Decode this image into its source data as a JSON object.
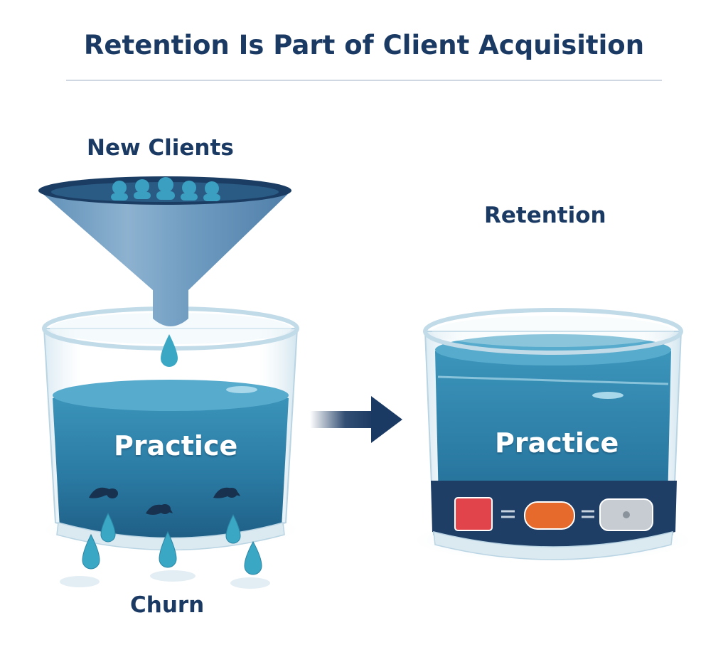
{
  "title": "Retention Is Part of Client Acquisition",
  "labels": {
    "new_clients": "New Clients",
    "retention": "Retention",
    "churn": "Churn",
    "left_bucket": "Practice",
    "right_bucket": "Practice"
  },
  "colors": {
    "title_text": "#1b3a63",
    "water": "#2e7fa6",
    "water_dark": "#1d5b80",
    "band": "#1f3e66",
    "drop": "#3aa7c4",
    "block_red": "#e2444b",
    "block_orange": "#e66a2c",
    "block_gray": "#c6ccd2",
    "arrow": "#1b3a63"
  },
  "icons": [
    "funnel-icon",
    "person-icon",
    "water-drop-icon",
    "hole-icon",
    "arrow-right-icon",
    "retention-block-icon",
    "equals-icon"
  ]
}
